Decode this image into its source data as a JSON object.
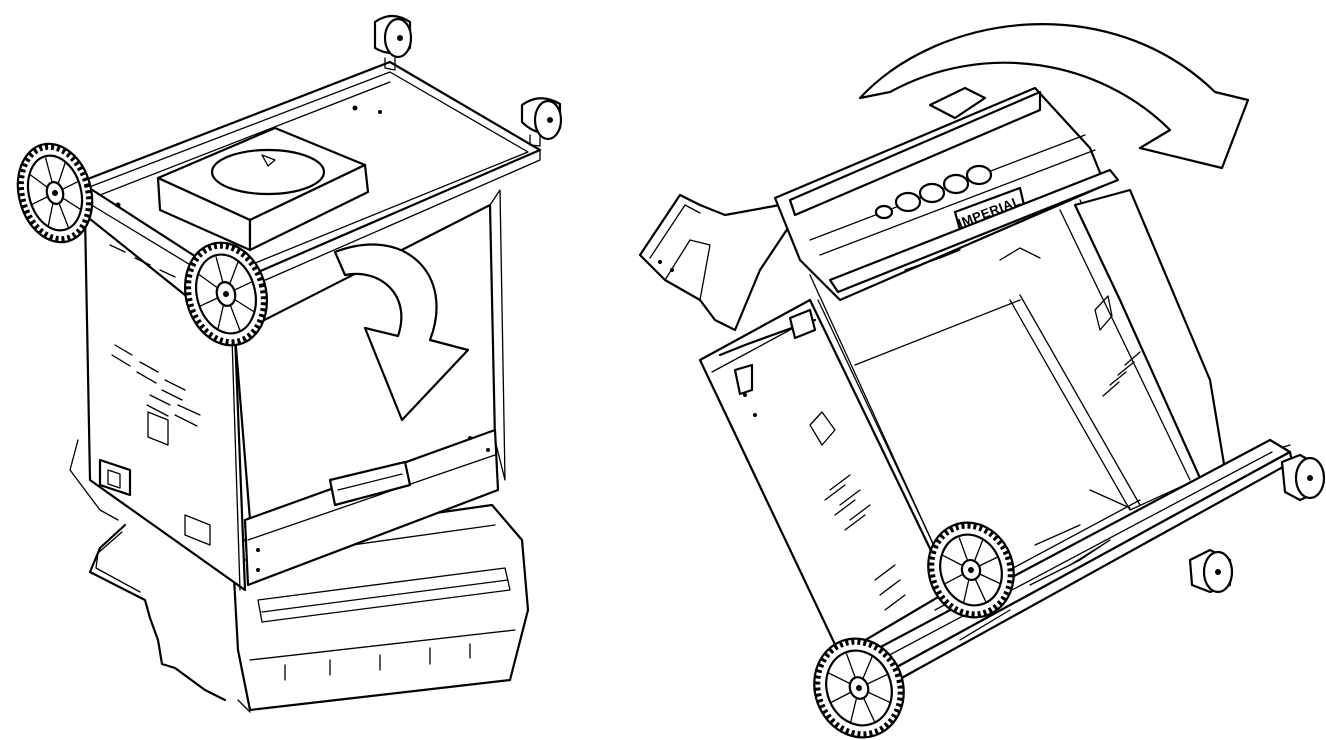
{
  "figure": {
    "panels": [
      {
        "id": "left",
        "step": "tip-cart-forward"
      },
      {
        "id": "right",
        "step": "rotate-cart-upright"
      }
    ],
    "brand_label": "IMPERIAL",
    "line_color": "#000000",
    "background": "#ffffff",
    "icons": [
      "curved-down-arrow-icon",
      "curved-clockwise-arrow-icon",
      "wheel-icon",
      "caster-icon",
      "control-knob-icon"
    ]
  }
}
